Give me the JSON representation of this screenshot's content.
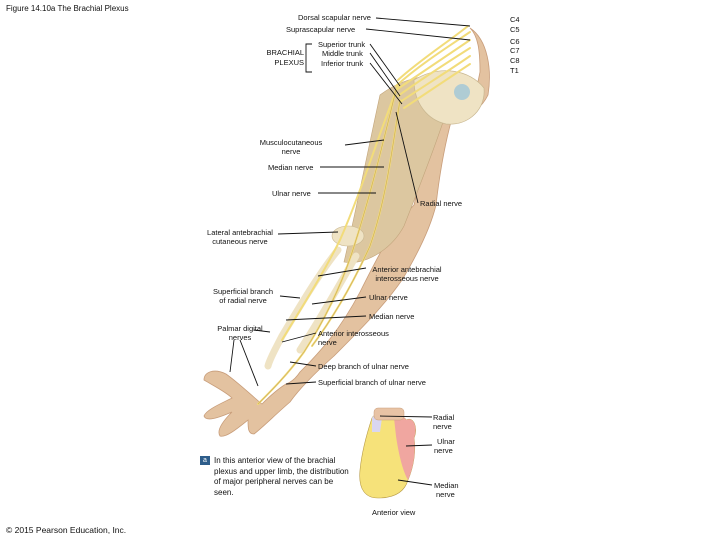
{
  "figure": {
    "title": "Figure 14.10a The Brachial Plexus",
    "copyright": "© 2015 Pearson Education, Inc.",
    "panel_letter": "a",
    "caption": "In this anterior view of the brachial plexus and upper limb, the distribution of major peripheral nerves can be seen."
  },
  "roots": [
    "C4",
    "C5",
    "C6",
    "C7",
    "C8",
    "T1"
  ],
  "labels": {
    "dorsal_scapular": "Dorsal scapular nerve",
    "suprascapular": "Suprascapular nerve",
    "brachial_plexus_1": "BRACHIAL",
    "brachial_plexus_2": "PLEXUS",
    "superior_trunk": "Superior trunk",
    "middle_trunk": "Middle trunk",
    "inferior_trunk": "Inferior trunk",
    "musculocutaneous_1": "Musculocutaneous",
    "musculocutaneous_2": "nerve",
    "median_nerve_arm": "Median nerve",
    "ulnar_nerve_arm": "Ulnar nerve",
    "radial_nerve_arm": "Radial nerve",
    "lat_antebrachial_1": "Lateral antebrachial",
    "lat_antebrachial_2": "cutaneous nerve",
    "ant_antebrachial_1": "Anterior antebrachial",
    "ant_antebrachial_2": "interosseous nerve",
    "superficial_radial_1": "Superficial branch",
    "superficial_radial_2": "of radial nerve",
    "ulnar_nerve_forearm": "Ulnar nerve",
    "median_nerve_forearm": "Median nerve",
    "palmar_digital_1": "Palmar digital",
    "palmar_digital_2": "nerves",
    "ant_interosseous_1": "Anterior interosseous",
    "ant_interosseous_2": "nerve",
    "deep_ulnar": "Deep branch of ulnar nerve",
    "superficial_ulnar": "Superficial branch of ulnar nerve",
    "hand_radial_1": "Radial",
    "hand_radial_2": "nerve",
    "hand_ulnar_1": "Ulnar",
    "hand_ulnar_2": "nerve",
    "hand_median_1": "Median",
    "hand_median_2": "nerve",
    "anterior_view": "Anterior view"
  },
  "colors": {
    "skin": "#e8c3a5",
    "skin_shadow": "#d9a888",
    "muscle": "#d7c29a",
    "bone": "#efe3c4",
    "nerve": "#f2dc7a",
    "radial_zone": "#d9d6f0",
    "ulnar_zone": "#f0a6a0",
    "median_zone": "#f6e27a",
    "caption_box": "#2e5d8a"
  }
}
